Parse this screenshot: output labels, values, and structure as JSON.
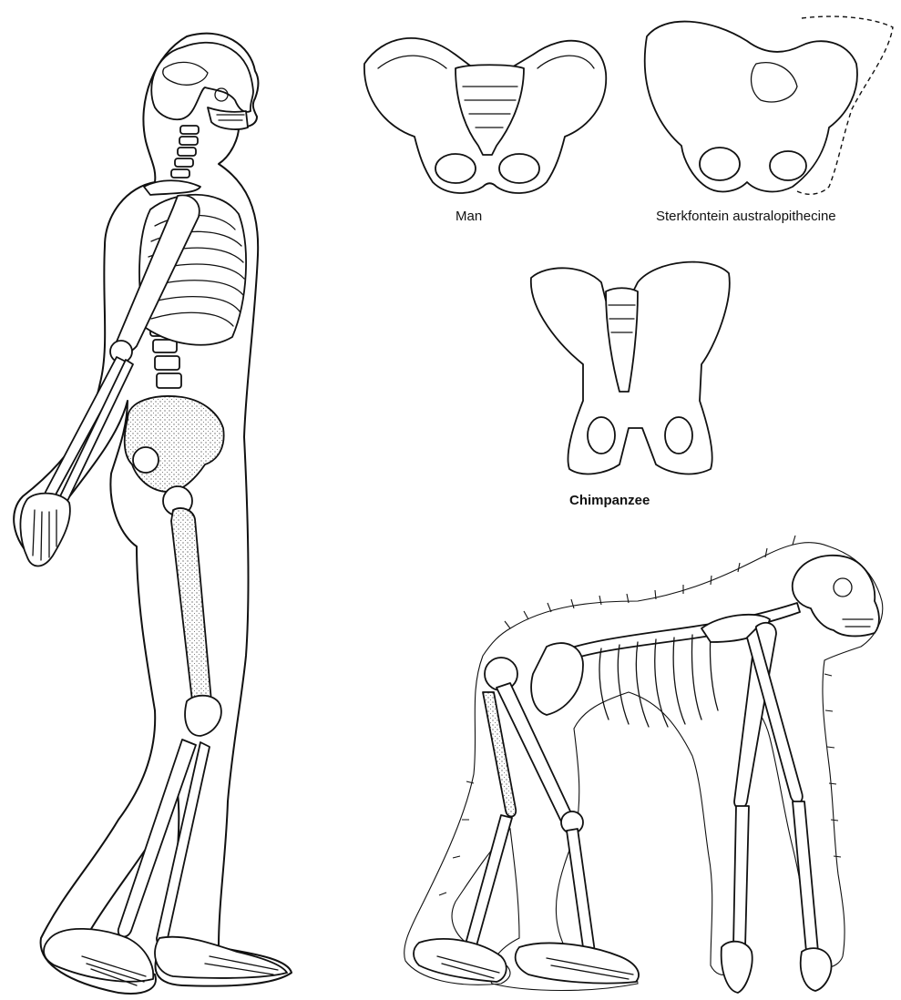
{
  "captions": {
    "man": "Man",
    "sterkfontein": "Sterkfontein australopithecine",
    "chimpanzee": "Chimpanzee"
  }
}
